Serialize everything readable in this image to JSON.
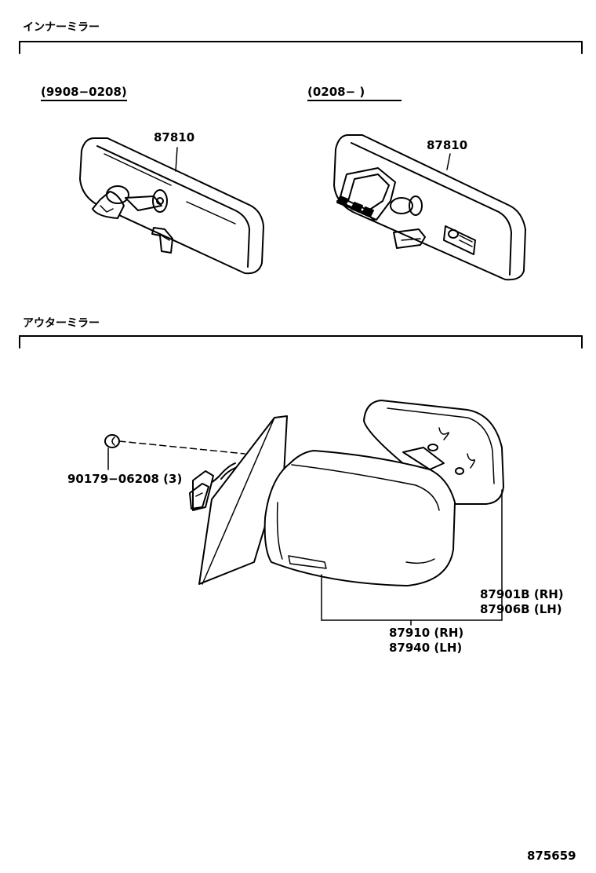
{
  "sections": {
    "inner_mirror_title": "インナーミラー",
    "outer_mirror_title": "アウターミラー"
  },
  "inner": {
    "left_period": "(9908−0208)",
    "right_period": "(0208−      )",
    "left_part": "87810",
    "right_part": "87810"
  },
  "outer": {
    "bolt_part": "90179−06208 (3)",
    "glass_rh": "87901B (RH)",
    "glass_lh": "87906B (LH)",
    "assy_rh": "87910 (RH)",
    "assy_lh": "87940 (LH)"
  },
  "footer": {
    "illustration_number": "875659"
  }
}
